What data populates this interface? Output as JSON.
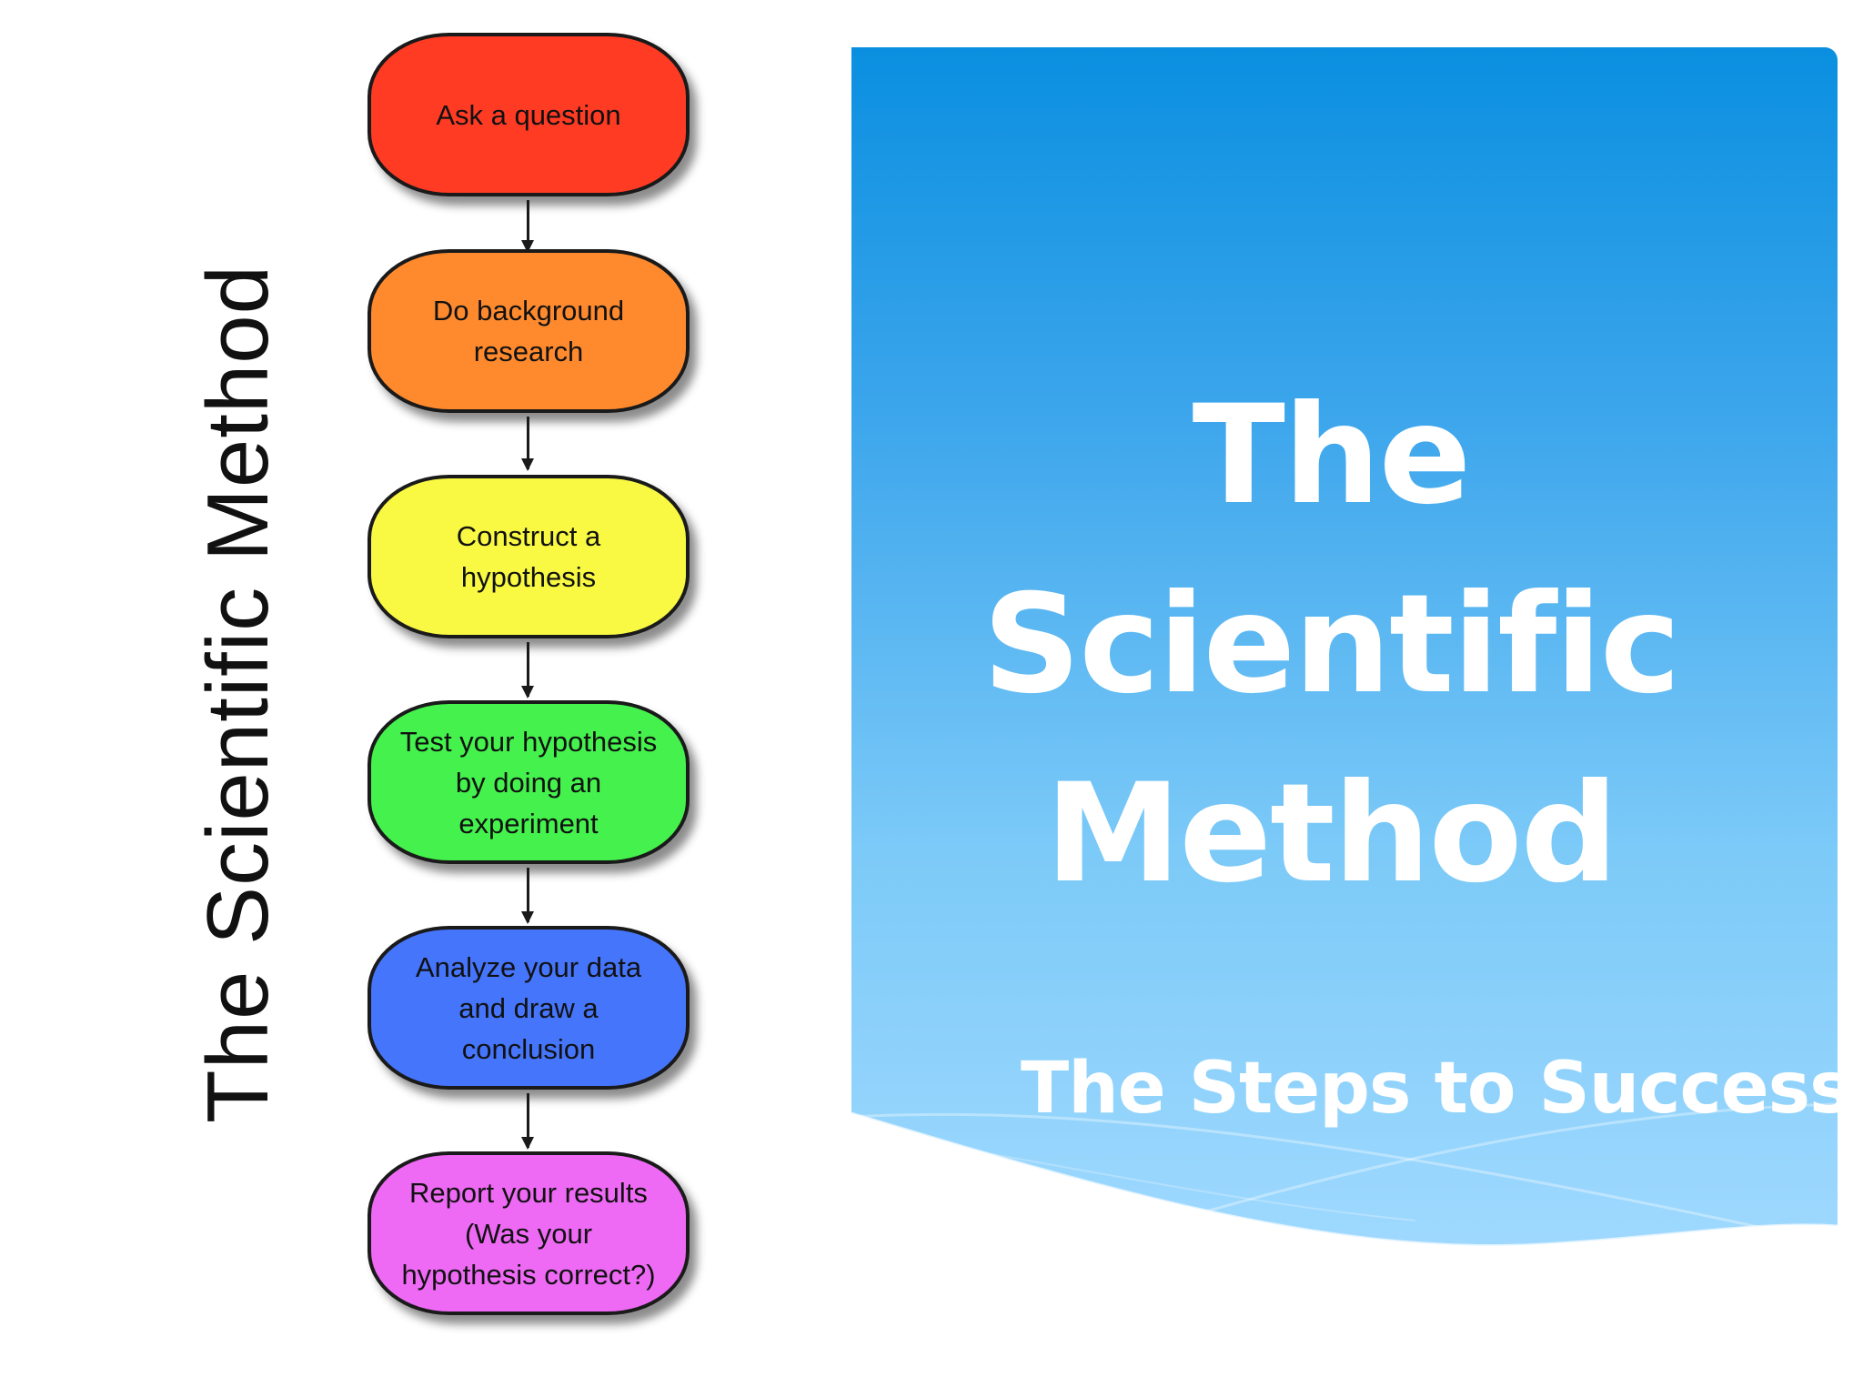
{
  "vertical_title": "The Scientific Method",
  "steps": [
    {
      "label": "Ask a question",
      "color": "#ff3b24"
    },
    {
      "label": "Do background\nresearch",
      "color": "#ff8a2e"
    },
    {
      "label": "Construct a\nhypothesis",
      "color": "#f9f943"
    },
    {
      "label": "Test your hypothesis\nby doing an\nexperiment",
      "color": "#44f14d"
    },
    {
      "label": "Analyze your data\nand draw a\nconclusion",
      "color": "#4575fb"
    },
    {
      "label": "Report your results\n(Was your\nhypothesis correct?)",
      "color": "#ee6af5"
    }
  ],
  "panel": {
    "title_lines": [
      "The",
      "Scientific",
      "Method"
    ],
    "subtitle": "The Steps to Success",
    "gradient_top": "#0a8fe0",
    "gradient_bottom": "#a2daff"
  }
}
